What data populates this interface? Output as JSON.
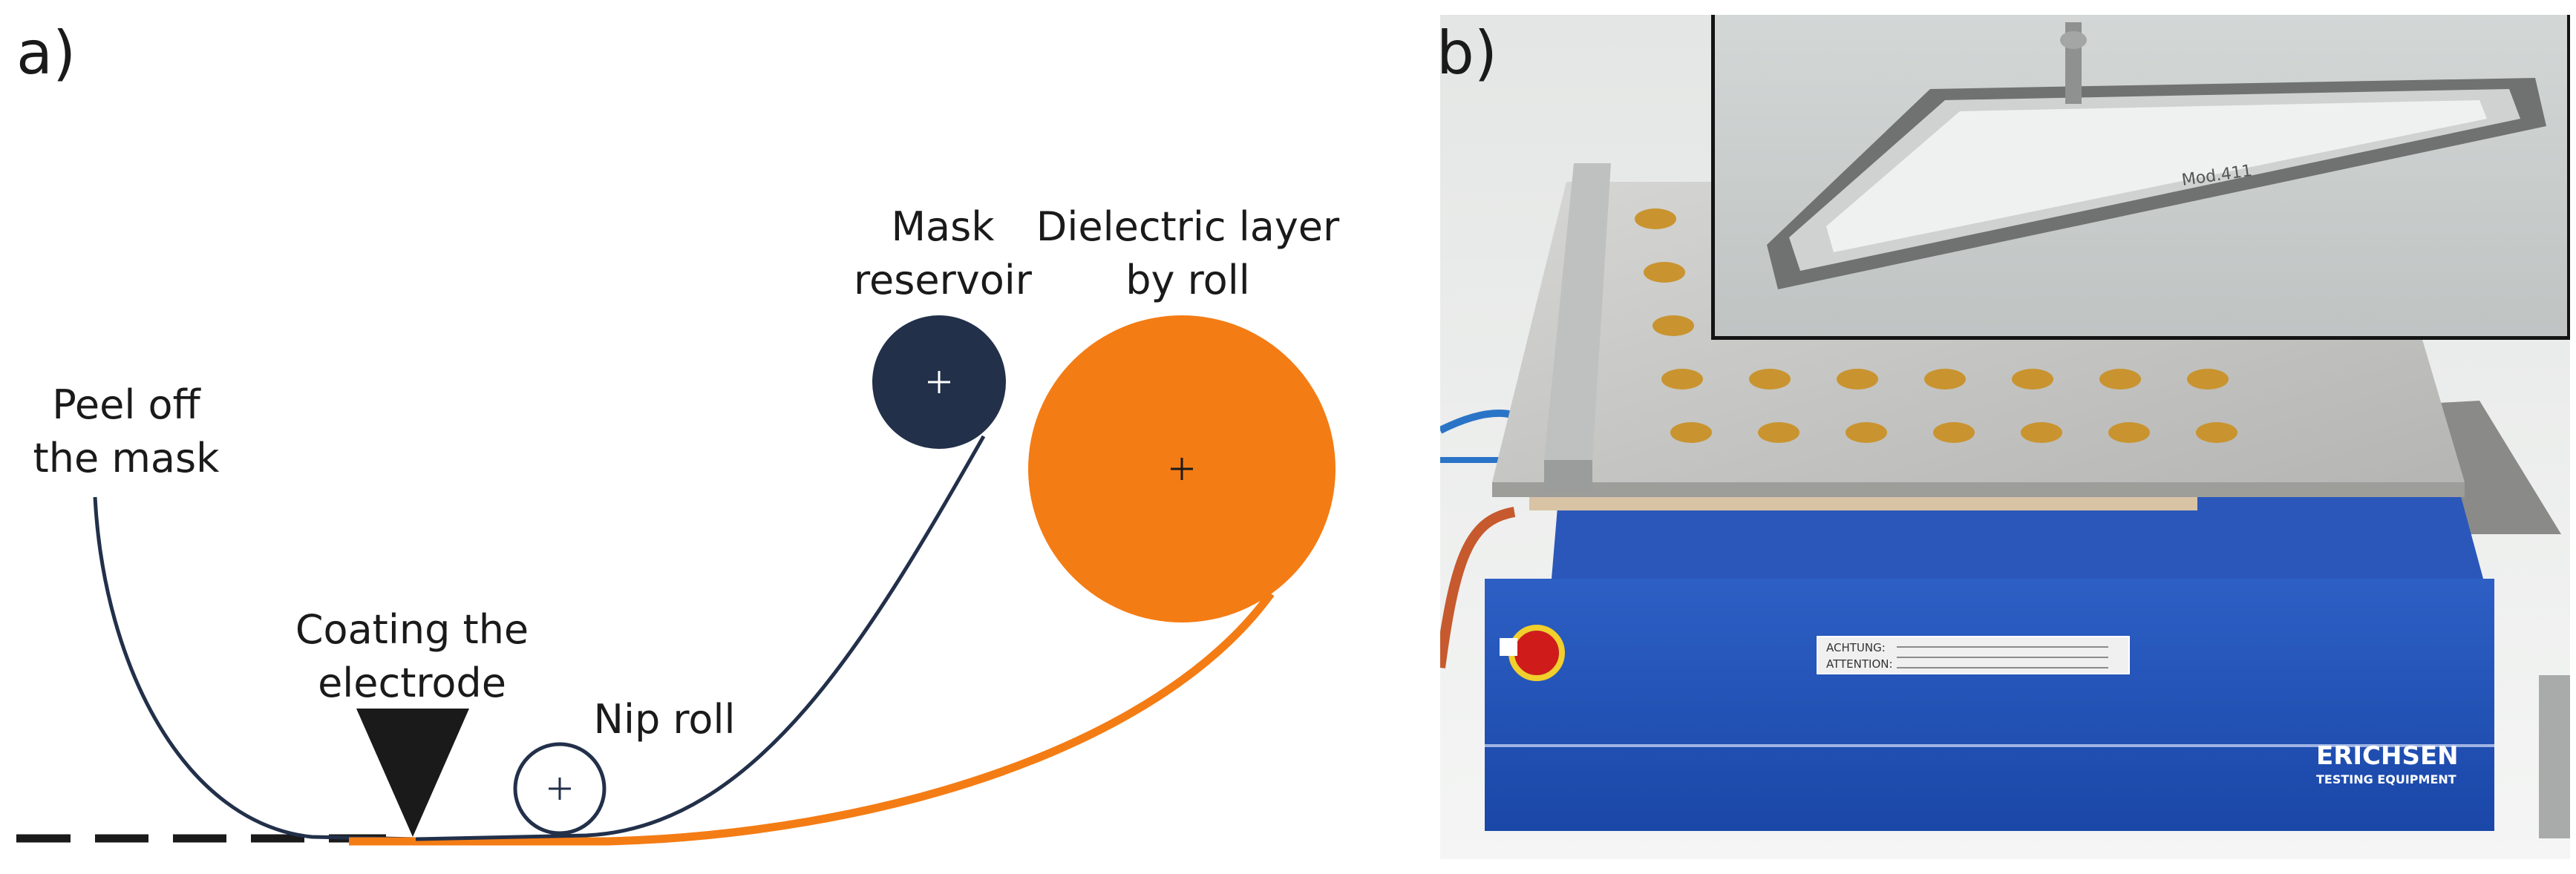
{
  "panel_a": {
    "label": "a)",
    "peel_off": [
      "Peel off",
      "the mask"
    ],
    "coating": [
      "Coating the",
      "electrode"
    ],
    "nip_roll": "Nip roll",
    "mask_reservoir": [
      "Mask",
      "reservoir"
    ],
    "dielectric": [
      "Dielectric layer",
      "by roll"
    ],
    "colors": {
      "mask": "#22304a",
      "dielectric": "#f47c14",
      "nozzle": "#1a1a1a"
    }
  },
  "panel_b": {
    "label": "b)",
    "warning_line1": "ACHTUNG:",
    "warning_line2": "ATTENTION:",
    "brand": "ERICHSEN",
    "brand_sub": "TESTING EQUIPMENT",
    "applicator_model": "Mod.411"
  }
}
